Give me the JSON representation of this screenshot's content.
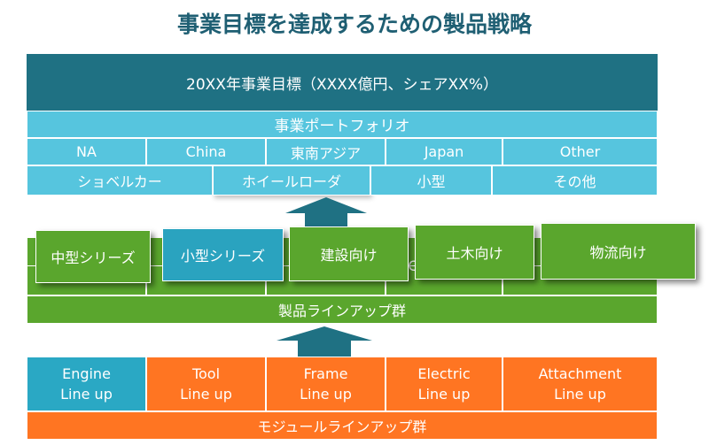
{
  "title": "事業目標を達成するための製品戦略",
  "goal": "20XX年事業目標（XXXX億円、シェアXX%）",
  "portfolio": {
    "header": "事業ポートフォリオ",
    "regions": [
      "NA",
      "China",
      "東南アジア",
      "Japan",
      "Other"
    ],
    "products": [
      "ショベルカー",
      "ホイールローダ",
      "小型",
      "その他"
    ]
  },
  "lineup": {
    "label": "製品ラインアップ群",
    "cards": [
      "中型シリーズ",
      "小型シリーズ",
      "建設向け",
      "土木向け",
      "物流向け"
    ],
    "partial_text": "C"
  },
  "modules": {
    "label": "モジュールラインアップ群",
    "items": [
      {
        "line1": "Engine",
        "line2": "Line up"
      },
      {
        "line1": "Tool",
        "line2": "Line up"
      },
      {
        "line1": "Frame",
        "line2": "Line up"
      },
      {
        "line1": "Electric",
        "line2": "Line up"
      },
      {
        "line1": "Attachment",
        "line2": "Line up"
      }
    ]
  },
  "colors": {
    "title": "#1f5f73",
    "goal": "#1f7183",
    "portfolio": "#56c5de",
    "lineup": "#5aa62d",
    "module": "#ff7522",
    "module_highlight": "#2aa8c4",
    "arrow": "#1f7183"
  }
}
